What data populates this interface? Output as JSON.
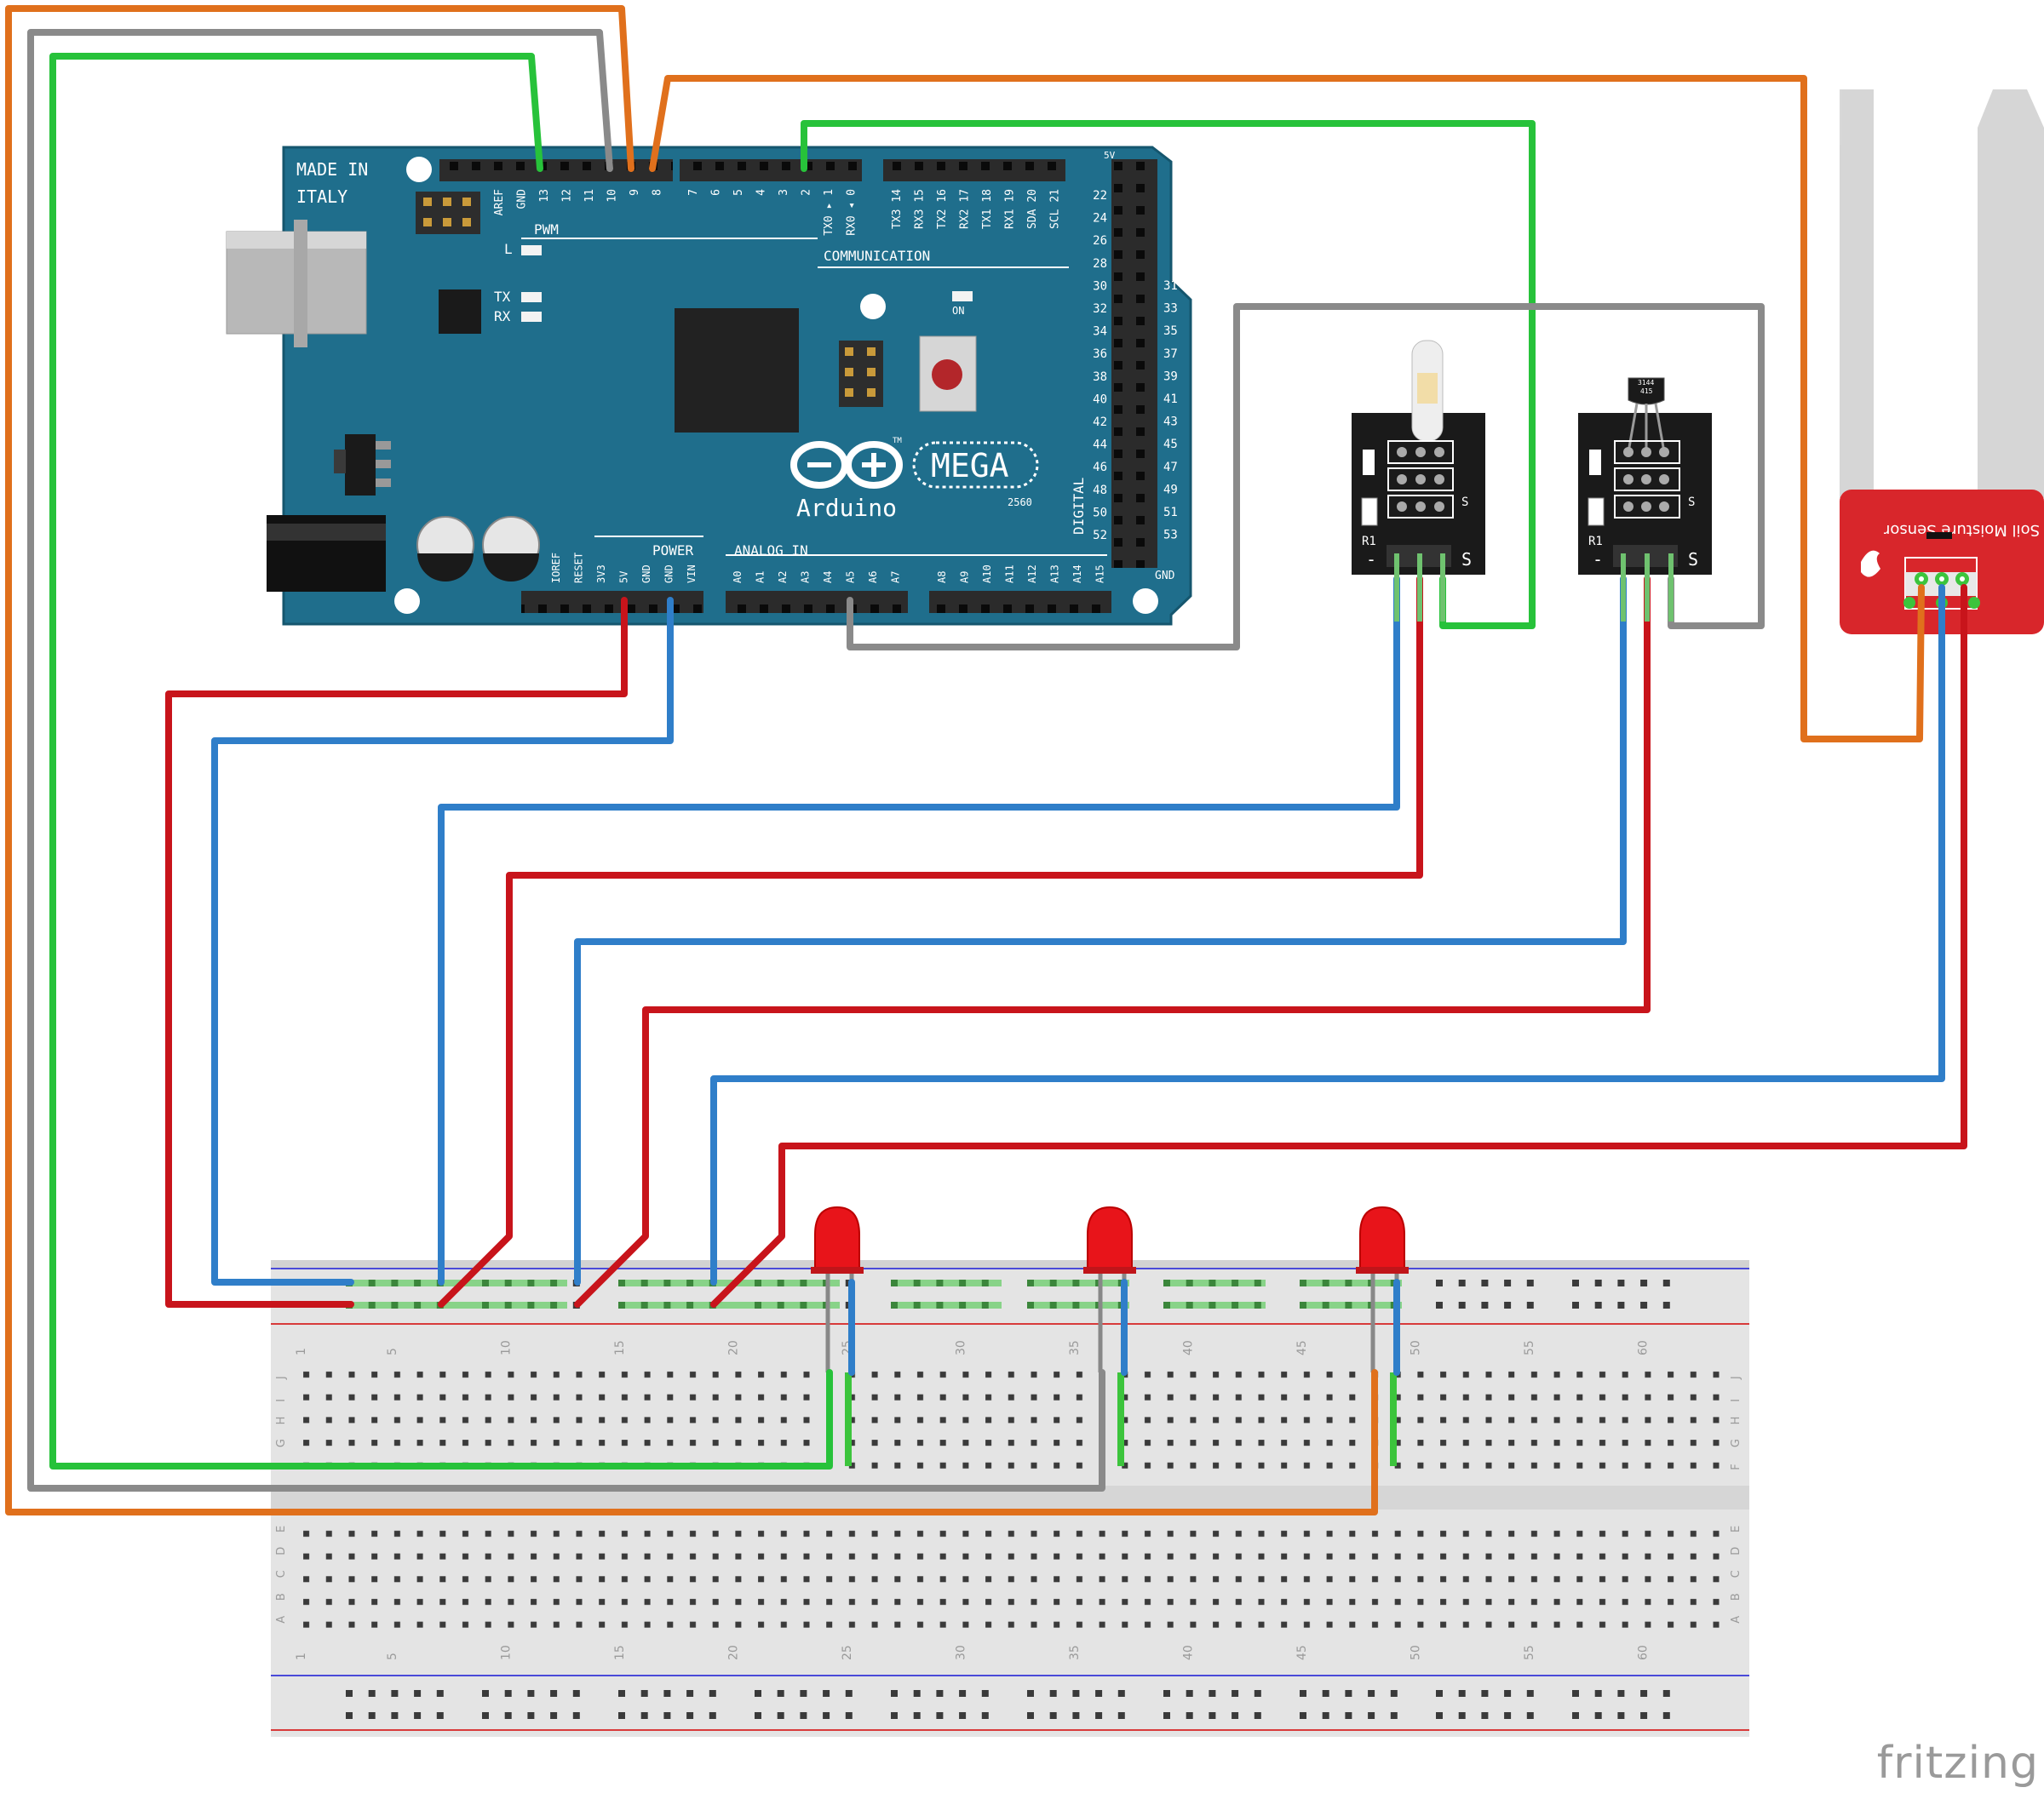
{
  "board": {
    "made_in_1": "MADE IN",
    "made_in_2": "ITALY",
    "brand": "Arduino",
    "model": "MEGA",
    "model_sub": "2560",
    "tm": "TM",
    "pwm_label": "PWM",
    "communication_label": "COMMUNICATION",
    "power_label": "POWER",
    "analog_label": "ANALOG IN",
    "digital_label": "DIGITAL",
    "led_l": "L",
    "led_tx": "TX",
    "led_rx": "RX",
    "led_on": "ON",
    "top_pins": [
      "AREF",
      "GND",
      "13",
      "12",
      "11",
      "10",
      "9",
      "8"
    ],
    "comm_pins": [
      "7",
      "6",
      "5",
      "4",
      "3",
      "2",
      "TX0 ▸ 1",
      "RX0 ◂ 0"
    ],
    "serial_pins": [
      "TX3 14",
      "RX3 15",
      "TX2 16",
      "RX2 17",
      "TX1 18",
      "RX1 19",
      "SDA 20",
      "SCL 21"
    ],
    "power_pins": [
      "IOREF",
      "RESET",
      "3V3",
      "5V",
      "GND",
      "GND",
      "VIN"
    ],
    "analog_pins_1": [
      "A0",
      "A1",
      "A2",
      "A3",
      "A4",
      "A5",
      "A6",
      "A7"
    ],
    "analog_pins_2": [
      "A8",
      "A9",
      "A10",
      "A11",
      "A12",
      "A13",
      "A14",
      "A15"
    ],
    "digital_left": [
      "22",
      "24",
      "26",
      "28",
      "30",
      "32",
      "34",
      "36",
      "38",
      "40",
      "42",
      "44",
      "46",
      "48",
      "50",
      "52"
    ],
    "digital_right": [
      "31",
      "33",
      "35",
      "37",
      "39",
      "41",
      "43",
      "45",
      "47",
      "49",
      "51",
      "53"
    ],
    "header_5v": "5V",
    "header_gnd": "GND"
  },
  "modules": {
    "tilt_sensor": {
      "r1": "R1",
      "s": "S",
      "minus": "-"
    },
    "hall_sensor": {
      "r1": "R1",
      "s": "S",
      "minus": "-",
      "chip_1": "3144",
      "chip_2": "415"
    },
    "soil_sensor": {
      "label": "Soil Moisture Sensor"
    }
  },
  "breadboard": {
    "column_numbers": [
      "1",
      "5",
      "10",
      "15",
      "20",
      "25",
      "30",
      "35",
      "40",
      "45",
      "50",
      "55",
      "60"
    ],
    "rows_top": [
      "J",
      "I",
      "H",
      "G",
      "F"
    ],
    "rows_bottom": [
      "E",
      "D",
      "C",
      "B",
      "A"
    ]
  },
  "watermark": "fritzing",
  "colors": {
    "board": "#1f6e8c",
    "wire_red": "#c8141b",
    "wire_blue": "#2f7ec9",
    "wire_green": "#27c23a",
    "wire_orange": "#e0701c",
    "wire_gray": "#8a8a8a",
    "led": "#e8141a",
    "soil_pcb": "#d8262b",
    "sensor_pcb": "#1a1a1a"
  }
}
